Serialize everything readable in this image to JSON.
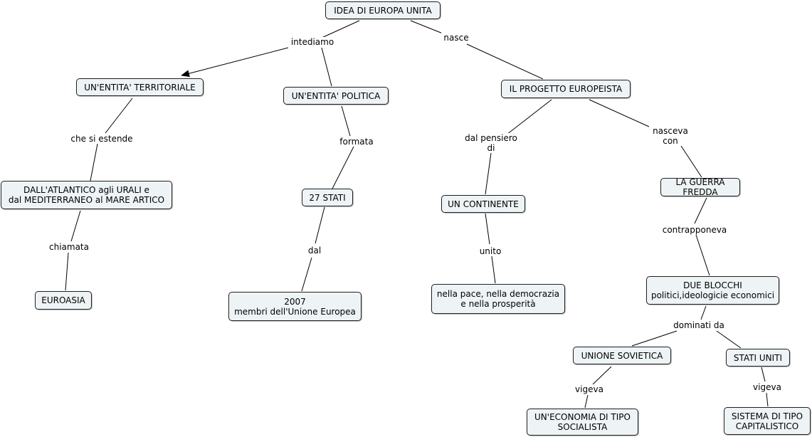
{
  "colors": {
    "node_fill": "#eef3f6",
    "node_border": "#1f1f1f",
    "link": "#000000",
    "background": "#ffffff"
  },
  "nodes": {
    "idea": "IDEA DI EUROPA UNITA",
    "territoriale": "UN'ENTITA' TERRITORIALE",
    "politica": "UN'ENTITA' POLITICA",
    "progetto": "IL PROGETTO EUROPEISTA",
    "atlantico": "DALL'ATLANTICO agli URALI e\ndal MEDITERRANEO al MARE ARTICO",
    "stati27": "27 STATI",
    "continente": "UN CONTINENTE",
    "guerra": "LA GUERRA FREDDA",
    "euroasia": "EUROASIA",
    "anno2007": "2007\nmembri dell'Unione Europea",
    "pace": "nella pace, nella democrazia\ne nella prosperità",
    "blocchi": "DUE BLOCCHI\npolitici,ideologicie economici",
    "urss": "UNIONE SOVIETICA",
    "usa": "STATI UNITI",
    "socialista": "UN'ECONOMIA DI TIPO\nSOCIALISTA",
    "capitalistico": "SISTEMA DI TIPO\nCAPITALISTICO"
  },
  "links": {
    "intediamo": "intediamo",
    "nasce": "nasce",
    "che_si_estende": "che si estende",
    "formata": "formata",
    "dal_pensiero_di": "dal pensiero\ndi",
    "nasceva_con": "nasceva\ncon",
    "chiamata": "chiamata",
    "dal": "dal",
    "unito": "unito",
    "contrapponeva": "contrapponeva",
    "dominati_da": "dominati da",
    "vigeva_1": "vigeva",
    "vigeva_2": "vigeva"
  }
}
